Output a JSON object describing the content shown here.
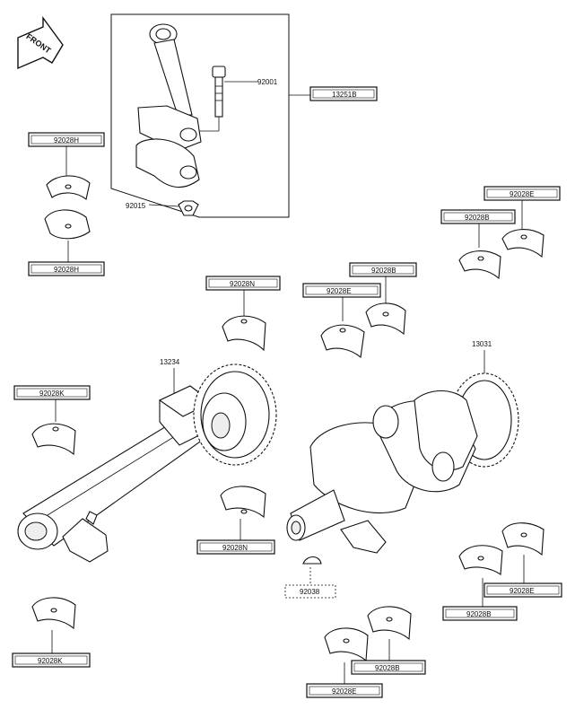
{
  "diagram": {
    "front_badge": "FRONT",
    "callouts": {
      "p92001": "92001",
      "p13251B": "13251B",
      "p92015": "92015",
      "p92028H_top": "92028H",
      "p92028H_bottom": "92028H",
      "p92028E_top": "92028E",
      "p92028B_top": "92028B",
      "p92028N_top": "92028N",
      "p92028E_mid": "92028E",
      "p92028B_mid": "92028B",
      "p13031": "13031",
      "p13234": "13234",
      "p92028K_top": "92028K",
      "p92028N_bottom": "92028N",
      "p92038": "92038",
      "p92028E_right": "92028E",
      "p92028B_right": "92028B",
      "p92028K_bottom": "92028K",
      "p92028B_bottom": "92028B",
      "p92028E_bottom": "92028E"
    }
  }
}
